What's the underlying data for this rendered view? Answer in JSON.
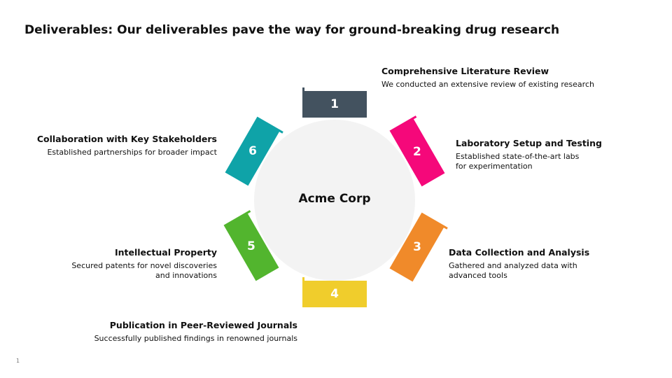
{
  "title": "Deliverables: Our deliverables pave the way for ground-breaking drug research",
  "center_label": "Acme Corp",
  "page_number": "1",
  "steps": [
    {
      "number": "1",
      "color": "#43525f",
      "heading": "Comprehensive Literature Review",
      "desc": [
        "We conducted an extensive review of existing research"
      ]
    },
    {
      "number": "2",
      "color": "#f5087a",
      "heading": "Laboratory Setup and Testing",
      "desc": [
        "Established state-of-the-art labs",
        "for experimentation"
      ]
    },
    {
      "number": "3",
      "color": "#f08a2a",
      "heading": "Data Collection and Analysis",
      "desc": [
        "Gathered and analyzed data with",
        "advanced tools"
      ]
    },
    {
      "number": "4",
      "color": "#f0cd2c",
      "heading": "Publication in Peer-Reviewed Journals",
      "desc": [
        "Successfully published findings in renowned journals"
      ]
    },
    {
      "number": "5",
      "color": "#52b52e",
      "heading": "Intellectual Property",
      "desc": [
        "Secured patents for novel discoveries",
        "and innovations"
      ]
    },
    {
      "number": "6",
      "color": "#0fa3a8",
      "heading": "Collaboration with Key Stakeholders",
      "desc": [
        "Established partnerships for broader impact"
      ]
    }
  ]
}
